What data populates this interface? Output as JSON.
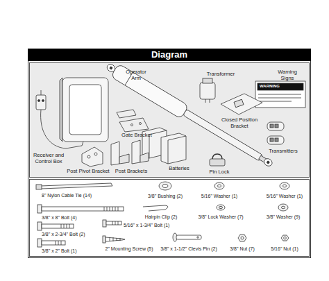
{
  "diagram": {
    "title": "Diagram",
    "labels": [
      "Operator Arm",
      "Transformer",
      "Warning Signs",
      "WARNING",
      "Closed Position Bracket",
      "Transmitters",
      "Receiver and Control Box",
      "Gate Bracket",
      "Batteries",
      "Pin Lock",
      "Post Pivot Bracket",
      "Post Brackets",
      "8\" Nylon Cable Tie (14)",
      "3/8\" x 8\" Bolt (4)",
      "3/8\" x 2-3/4\" Bolt (2)",
      "3/8\" x 2\" Bolt (1)",
      "3/8\" Bushing (2)",
      "Hairpin Clip (2)",
      "5/16\" x 1-3/4\" Bolt (1)",
      "2\" Mounting Screw (5)",
      "5/16\" Washer (1)",
      "3/8\" Lock Washer (7)",
      "3/8\" x 1-1/2\" Clevis Pin (2)",
      "3/8\" Nut (7)",
      "5/16\" Washer (1)",
      "3/8\" Washer (9)",
      "5/16\" Nut (1)"
    ]
  }
}
